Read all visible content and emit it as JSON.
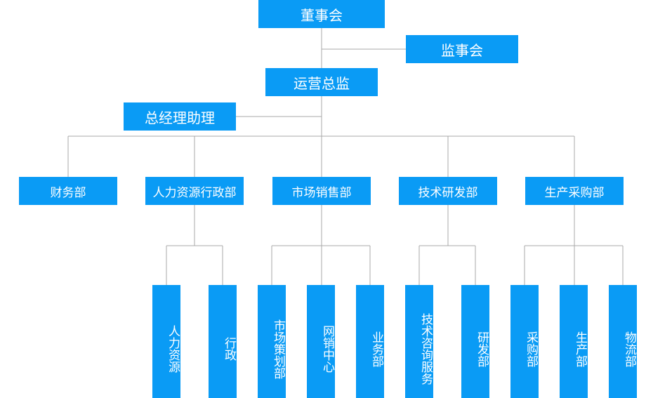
{
  "org_chart": {
    "board": "董事会",
    "supervisory_board": "监事会",
    "operations_director": "运营总监",
    "gm_assistant": "总经理助理",
    "departments": [
      {
        "label": "财务部",
        "sub_units": []
      },
      {
        "label": "人力资源行政部",
        "sub_units": [
          "人力资源",
          "行政"
        ]
      },
      {
        "label": "市场销售部",
        "sub_units": [
          "市场策划部",
          "网销中心",
          "业务部"
        ]
      },
      {
        "label": "技术研发部",
        "sub_units": [
          "技术咨询服务",
          "研发部"
        ]
      },
      {
        "label": "生产采购部",
        "sub_units": [
          "采购部",
          "生产部",
          "物流部"
        ]
      }
    ]
  },
  "colors": {
    "box": "#0a9bf5",
    "text": "#ffffff",
    "connector": "#a9a9a9"
  }
}
